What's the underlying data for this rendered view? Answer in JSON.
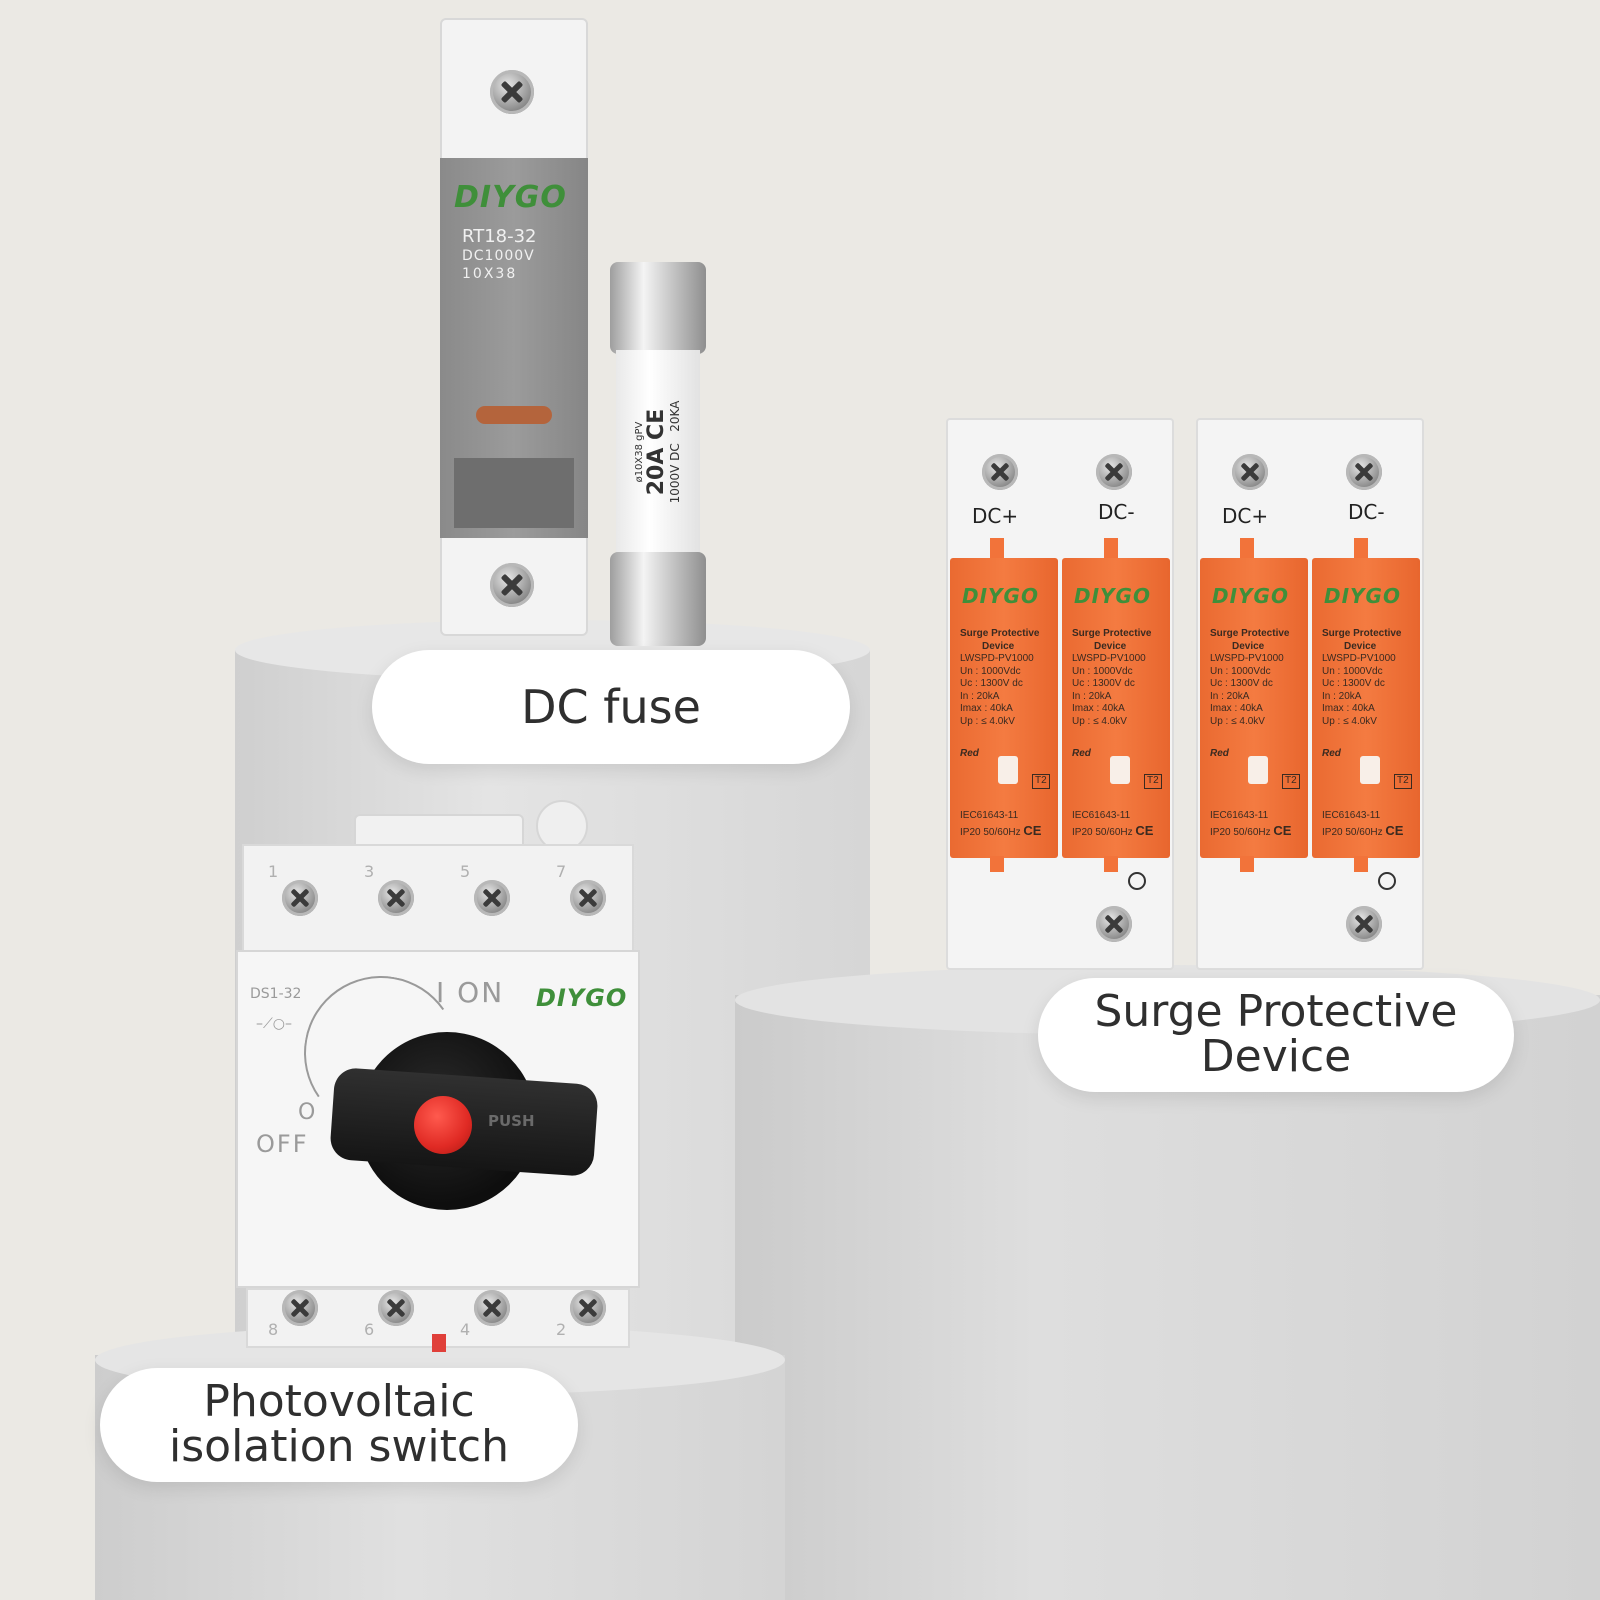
{
  "labels": {
    "dc_fuse": "DC fuse",
    "spd_line1": "Surge Protective",
    "spd_line2": "Device",
    "switch_line1": "Photovoltaic",
    "switch_line2": "isolation switch"
  },
  "fuse_holder": {
    "brand": "DIYGO",
    "model": "RT18-32",
    "rating": "DC1000V",
    "size": "10X38"
  },
  "fuse_cartridge": {
    "amps": "20A",
    "spec": "ø10X38 gPV",
    "voltage": "1000V DC",
    "breaking": "20KA",
    "mark": "CE"
  },
  "spd": {
    "units": [
      {
        "plus": "DC+",
        "minus": "DC-",
        "poles": [
          {
            "brand": "DIYGO",
            "title1": "Surge Protective",
            "title2": "Device",
            "model": "LWSPD-PV1000",
            "un": "Un   :  1000Vdc",
            "uc": "Uc   :  1300V dc",
            "in": "In    :      20kA",
            "imax": "Imax :      40kA",
            "up": "Up   :  ≤ 4.0kV",
            "class": "T2",
            "std": "IEC61643-11",
            "ip": "IP20 50/60Hz",
            "mark": "CE",
            "red": "Red"
          },
          {
            "brand": "DIYGO",
            "title1": "Surge Protective",
            "title2": "Device",
            "model": "LWSPD-PV1000",
            "un": "Un   :  1000Vdc",
            "uc": "Uc   :  1300V dc",
            "in": "In    :      20kA",
            "imax": "Imax :      40kA",
            "up": "Up   :  ≤ 4.0kV",
            "class": "T2",
            "std": "IEC61643-11",
            "ip": "IP20 50/60Hz",
            "mark": "CE",
            "red": "Red"
          }
        ]
      },
      {
        "plus": "DC+",
        "minus": "DC-",
        "poles": [
          {
            "brand": "DIYGO",
            "title1": "Surge Protective",
            "title2": "Device",
            "model": "LWSPD-PV1000",
            "un": "Un   :  1000Vdc",
            "uc": "Uc   :  1300V dc",
            "in": "In    :      20kA",
            "imax": "Imax :      40kA",
            "up": "Up   :  ≤ 4.0kV",
            "class": "T2",
            "std": "IEC61643-11",
            "ip": "IP20 50/60Hz",
            "mark": "CE",
            "red": "Red"
          },
          {
            "brand": "DIYGO",
            "title1": "Surge Protective",
            "title2": "Device",
            "model": "LWSPD-PV1000",
            "un": "Un   :  1000Vdc",
            "uc": "Uc   :  1300V dc",
            "in": "In    :      20kA",
            "imax": "Imax :      40kA",
            "up": "Up   :  ≤ 4.0kV",
            "class": "T2",
            "std": "IEC61643-11",
            "ip": "IP20 50/60Hz",
            "mark": "CE",
            "red": "Red"
          }
        ]
      }
    ]
  },
  "switch": {
    "model": "DS1-32",
    "brand": "DIYGO",
    "on_label": "I ON",
    "off_label": "OFF",
    "off_symbol": "O",
    "push": "PUSH",
    "top_terminals": [
      "1",
      "3",
      "5",
      "7"
    ],
    "bottom_terminals": [
      "8",
      "6",
      "4",
      "2"
    ]
  },
  "colors": {
    "background": "#ebe9e4",
    "spd_orange": "#f2733a",
    "brand_green": "#3f8f3a",
    "knob_red": "#e02a24",
    "fuse_gray": "#8c8c8c"
  },
  "icons": [
    "screw-icon",
    "ground-icon",
    "ce-mark-icon",
    "arrow-icon"
  ]
}
